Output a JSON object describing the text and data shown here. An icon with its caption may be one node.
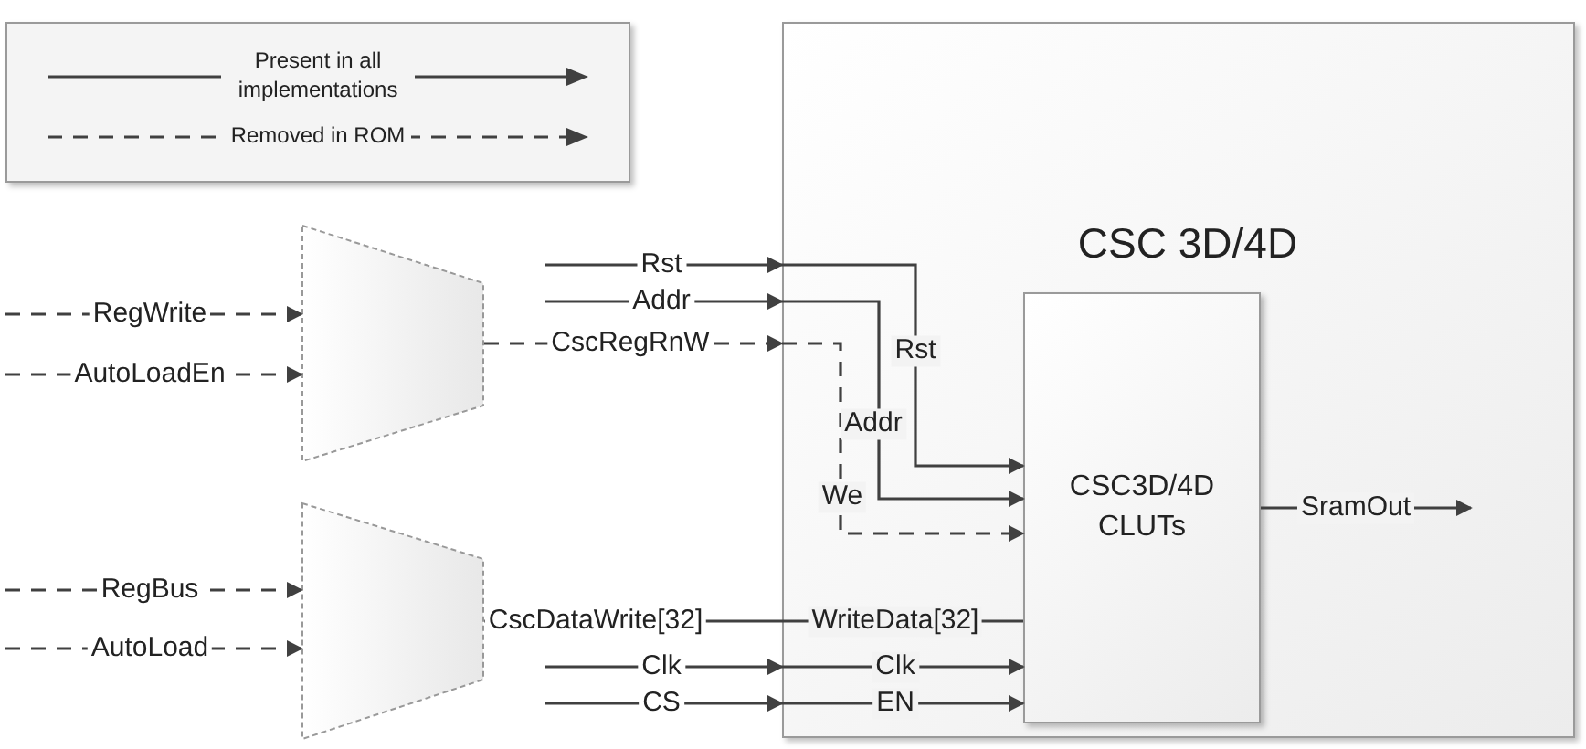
{
  "diagram": {
    "nodes": [
      {
        "text": [
          "CSC 3D/4D"
        ]
      },
      {
        "text": [
          "CSC3D/4D CLUTs"
        ],
        "in": 0
      },
      {
        "text": [],
        "shape": "trapezoid"
      },
      {
        "text": [],
        "shape": "trapezoid"
      }
    ],
    "edges": [
      {
        "from": null,
        "to": 2,
        "arrow": "to",
        "label": "RegWrite",
        "style": "dashed"
      },
      {
        "from": null,
        "to": 2,
        "arrow": "to",
        "label": "AutoLoadEn",
        "style": "dashed"
      },
      {
        "from": null,
        "to": 3,
        "arrow": "to",
        "label": "RegBus",
        "style": "dashed"
      },
      {
        "from": null,
        "to": 3,
        "arrow": "to",
        "label": "AutoLoad",
        "style": "dashed"
      },
      {
        "from": null,
        "to": 0,
        "arrow": "to",
        "label": "Rst"
      },
      {
        "from": null,
        "to": 0,
        "arrow": "to",
        "label": "Addr"
      },
      {
        "from": 2,
        "to": 0,
        "arrow": "to",
        "label": "CscRegRnW",
        "style": "dashed"
      },
      {
        "from": 3,
        "to": 0,
        "arrow": "none",
        "label": "CscDataWrite[32]"
      },
      {
        "from": null,
        "to": 0,
        "arrow": "to",
        "label": "Clk"
      },
      {
        "from": null,
        "to": 0,
        "arrow": "to",
        "label": "CS"
      },
      {
        "from": 0,
        "to": 1,
        "arrow": "to",
        "label": "Rst"
      },
      {
        "from": 0,
        "to": 1,
        "arrow": "to",
        "label": "Addr"
      },
      {
        "from": 0,
        "to": 1,
        "arrow": "to",
        "label": "We",
        "style": "dashed"
      },
      {
        "from": 0,
        "to": 1,
        "arrow": "none",
        "label": "WriteData[32]"
      },
      {
        "from": 0,
        "to": 1,
        "arrow": "to",
        "label": "Clk"
      },
      {
        "from": 0,
        "to": 1,
        "arrow": "to",
        "label": "EN"
      },
      {
        "from": 1,
        "to": null,
        "arrow": "to",
        "label": "SramOut"
      }
    ],
    "legend": [
      {
        "text": "Present in all implementations"
      },
      {
        "text": "Removed in ROM"
      }
    ]
  }
}
